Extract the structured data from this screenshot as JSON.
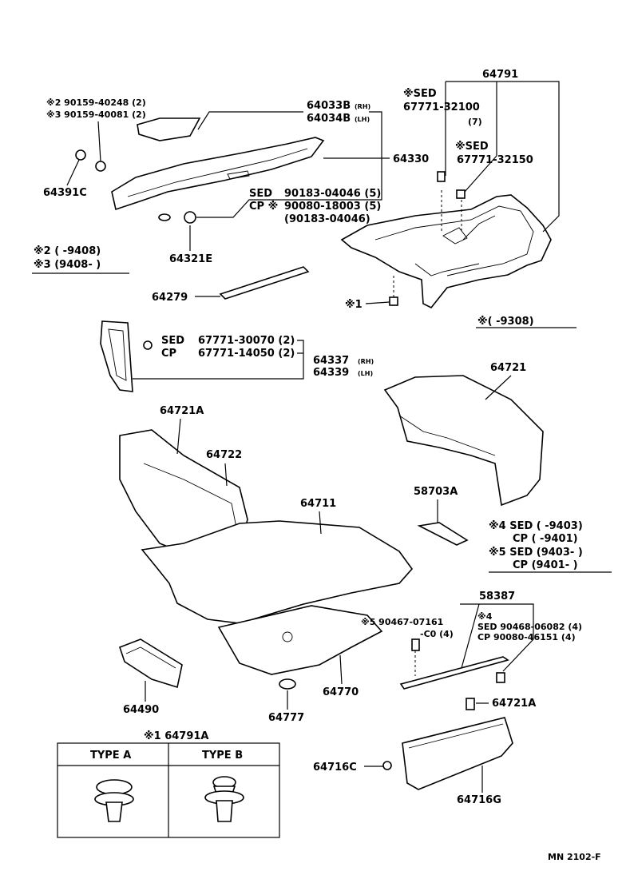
{
  "labels": {
    "p64791": "64791",
    "sed_a": "※SED",
    "p67771_32100": "67771-32100",
    "q7": "(7)",
    "sed_b": "※SED",
    "p67771_32150": "67771-32150",
    "p64033b": "64033B",
    "rh": "(RH)",
    "p64034b": "64034B",
    "lh": "(LH)",
    "p64330": "64330",
    "n2_line": "※2 90159-40248 (2)",
    "n3_line": "※3 90159-40081 (2)",
    "p64391c": "64391C",
    "sed_c": "SED",
    "p90183_04046": "90183-04046 (5)",
    "cp_c": "CP ※",
    "p90080_18003": "90080-18003 (5)",
    "p90183_04046b": "(90183-04046)",
    "note2": "※2 (      -9408)",
    "note3": "※3 (9408-      )",
    "p64321e": "64321E",
    "p64279": "64279",
    "n1": "※1",
    "note_main": "※(      -9308)",
    "sed_d": "SED",
    "p67771_30070": "67771-30070 (2)",
    "cp_d": "CP",
    "p67771_14050": "67771-14050 (2)",
    "p64337": "64337",
    "rh2": "(RH)",
    "p64339": "64339",
    "lh2": "(LH)",
    "p64721": "64721",
    "p64721a": "64721A",
    "p64722": "64722",
    "p64711": "64711",
    "p58703a": "58703A",
    "n4_sed": "※4 SED (      -9403)",
    "n4_cp": "CP (      -9401)",
    "n5_sed": "※5 SED (9403-      )",
    "n5_cp": "CP (9401-      )",
    "p58387": "58387",
    "n5_line": "※5 90467-07161",
    "c0": "-C0 (4)",
    "n4_star": "※4",
    "sed_e": "SED 90468-06082 (4)",
    "cp_e": "CP  90080-46151 (4)",
    "p64490": "64490",
    "p64777": "64777",
    "p64770": "64770",
    "p64721a_b": "64721A",
    "p64791a": "※1 64791A",
    "type_a": "TYPE A",
    "type_b": "TYPE B",
    "p64716c": "64716C",
    "p64716g": "64716G",
    "footer": "MN 2102-F"
  }
}
